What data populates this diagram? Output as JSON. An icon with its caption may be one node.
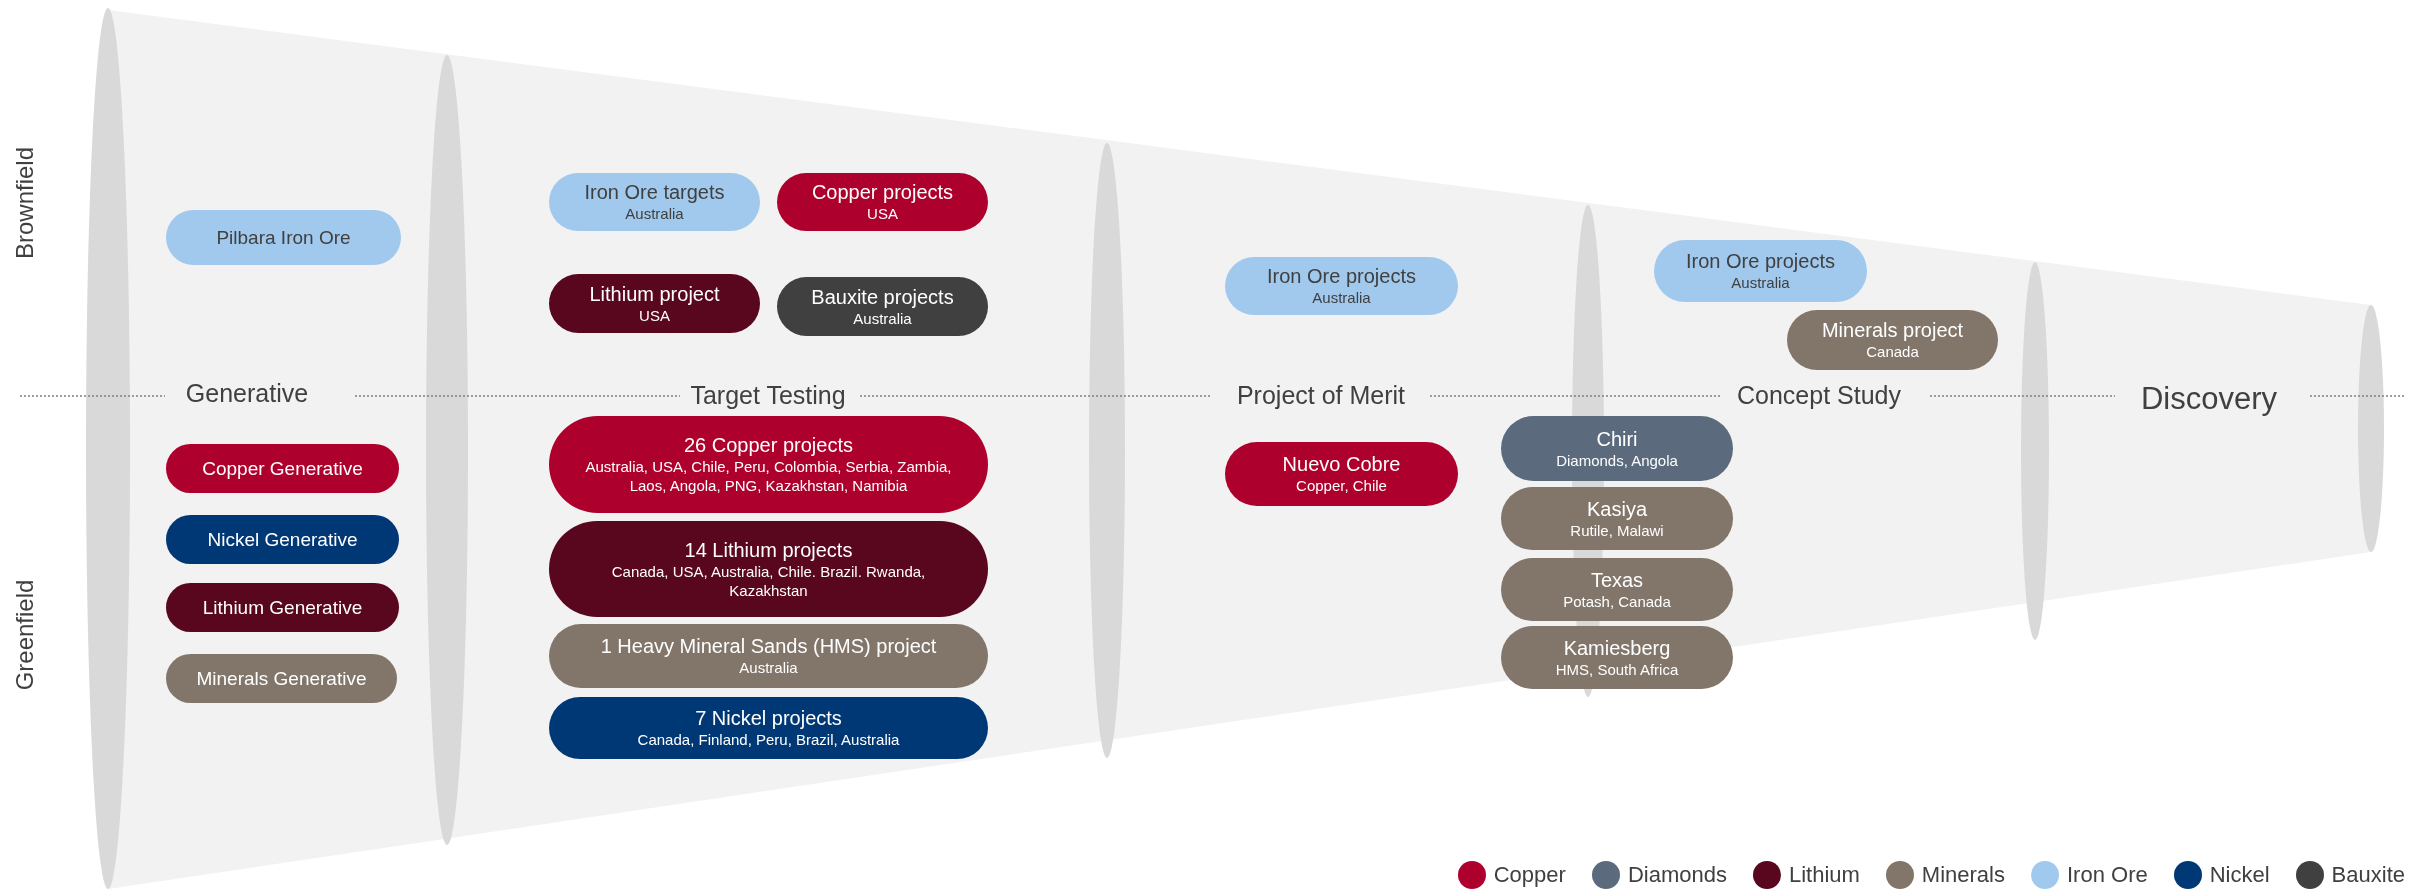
{
  "diagram": {
    "nodes": [
      {
        "text": [
          "Pilbara Iron Ore"
        ]
      },
      {
        "text": [
          "Copper Generative"
        ]
      },
      {
        "text": [
          "Nickel Generative"
        ]
      },
      {
        "text": [
          "Lithium Generative"
        ]
      },
      {
        "text": [
          "Minerals Generative"
        ]
      },
      {
        "text": [
          "Iron Ore targets",
          "Australia"
        ]
      },
      {
        "text": [
          "Copper projects",
          "USA"
        ]
      },
      {
        "text": [
          "Lithium project",
          "USA"
        ]
      },
      {
        "text": [
          "Bauxite projects",
          "Australia"
        ]
      },
      {
        "text": [
          "26 Copper projects",
          "Australia, USA, Chile, Peru, Colombia, Serbia, Zambia, Laos, Angola, PNG, Kazakhstan, Namibia"
        ]
      },
      {
        "text": [
          "14 Lithium projects",
          "Canada, USA, Australia, Chile. Brazil. Rwanda, Kazakhstan"
        ]
      },
      {
        "text": [
          "1 Heavy Mineral Sands (HMS) project",
          "Australia"
        ]
      },
      {
        "text": [
          "7 Nickel projects",
          "Canada, Finland, Peru, Brazil, Australia"
        ]
      },
      {
        "text": [
          "Iron Ore projects",
          "Australia"
        ]
      },
      {
        "text": [
          "Nuevo Cobre",
          "Copper, Chile"
        ]
      },
      {
        "text": [
          "Chiri",
          "Diamonds, Angola"
        ]
      },
      {
        "text": [
          "Kasiya",
          "Rutile, Malawi"
        ]
      },
      {
        "text": [
          "Texas",
          "Potash, Canada"
        ]
      },
      {
        "text": [
          "Kamiesberg",
          "HMS, South Africa"
        ]
      },
      {
        "text": [
          "Iron Ore projects",
          "Australia"
        ]
      },
      {
        "text": [
          "Minerals project",
          "Canada"
        ]
      }
    ],
    "labels": [
      "Brownfield",
      "Generative",
      "Target Testing",
      "Project of Merit",
      "Concept Study",
      "Discovery",
      "Greenfield"
    ],
    "legend": [
      {
        "text": "Copper",
        "color": "#ae002c"
      },
      {
        "text": "Diamonds",
        "color": "#5b6b7d"
      },
      {
        "text": "Lithium",
        "color": "#58071e"
      },
      {
        "text": "Minerals",
        "color": "#82766b"
      },
      {
        "text": "Iron Ore",
        "color": "#a0c9ed"
      },
      {
        "text": "Nickel",
        "color": "#003876"
      },
      {
        "text": "Bauxite",
        "color": "#404040"
      }
    ]
  }
}
